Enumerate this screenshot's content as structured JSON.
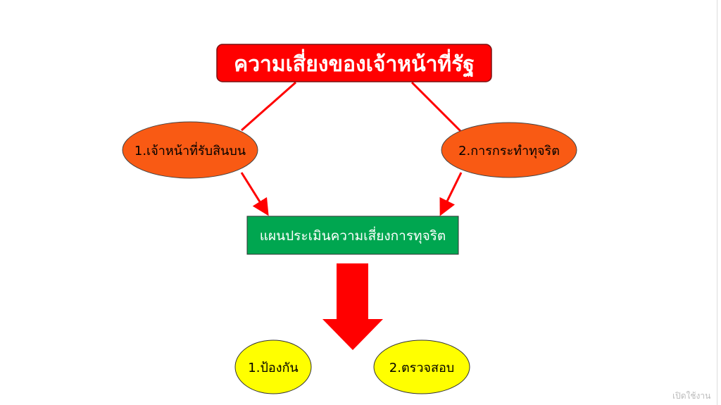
{
  "title": "ความเสี่ยงของเจ้าหน้าที่รัฐ",
  "risks": [
    "1.เจ้าหน้าที่รับสินบน",
    "2.การกระทำทุจริต"
  ],
  "plan": "แผนประเมินความเสี่ยงการทุจริต",
  "outcomes": [
    "1.ป้องกัน",
    "2.ตรวจสอบ"
  ],
  "watermark": "เปิดใช้งาน",
  "colors": {
    "title": "#ff0000",
    "risk": "#f95a14",
    "plan": "#00a650",
    "outcome": "#ffff00",
    "arrow": "#ff0000"
  }
}
